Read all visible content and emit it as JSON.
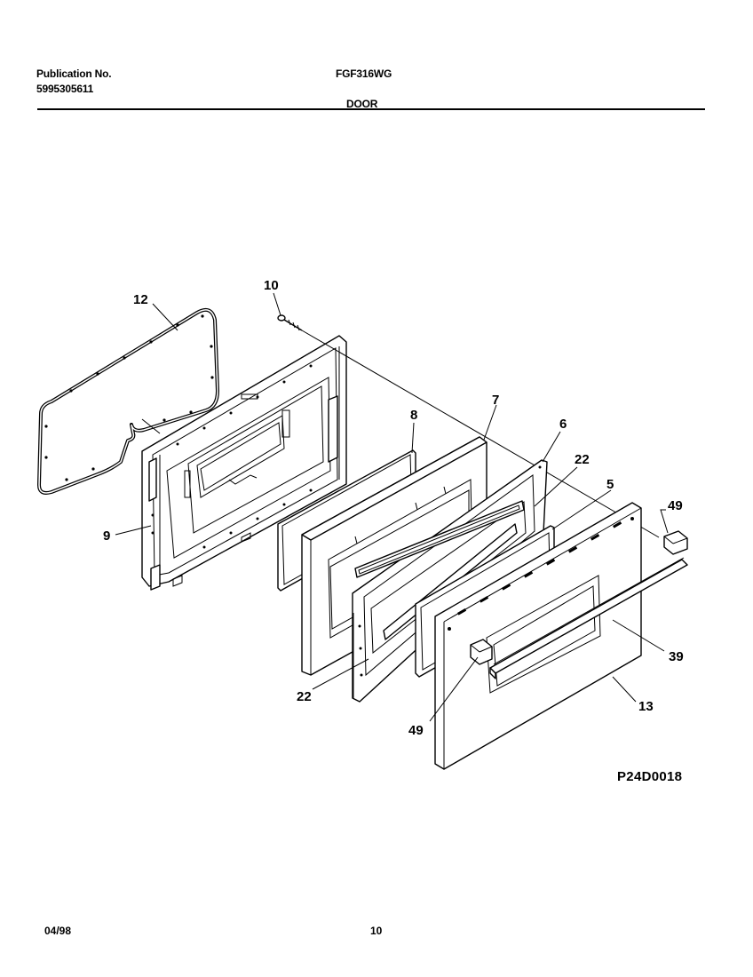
{
  "header": {
    "publication_label": "Publication No.",
    "publication_number": "5995305611",
    "model": "FGF316WG",
    "section": "DOOR"
  },
  "footer": {
    "date": "04/98",
    "page": "10"
  },
  "diagram_code": "P24D0018",
  "callouts": {
    "gasket": "12",
    "screw": "10",
    "inner_door": "9",
    "insulation": "8",
    "door_liner": "7",
    "glass_pack": "6",
    "spacer_upper": "22",
    "spacer_lower": "22",
    "inner_glass": "5",
    "end_cap_right": "49",
    "end_cap_left": "49",
    "handle": "39",
    "outer_door": "13"
  }
}
